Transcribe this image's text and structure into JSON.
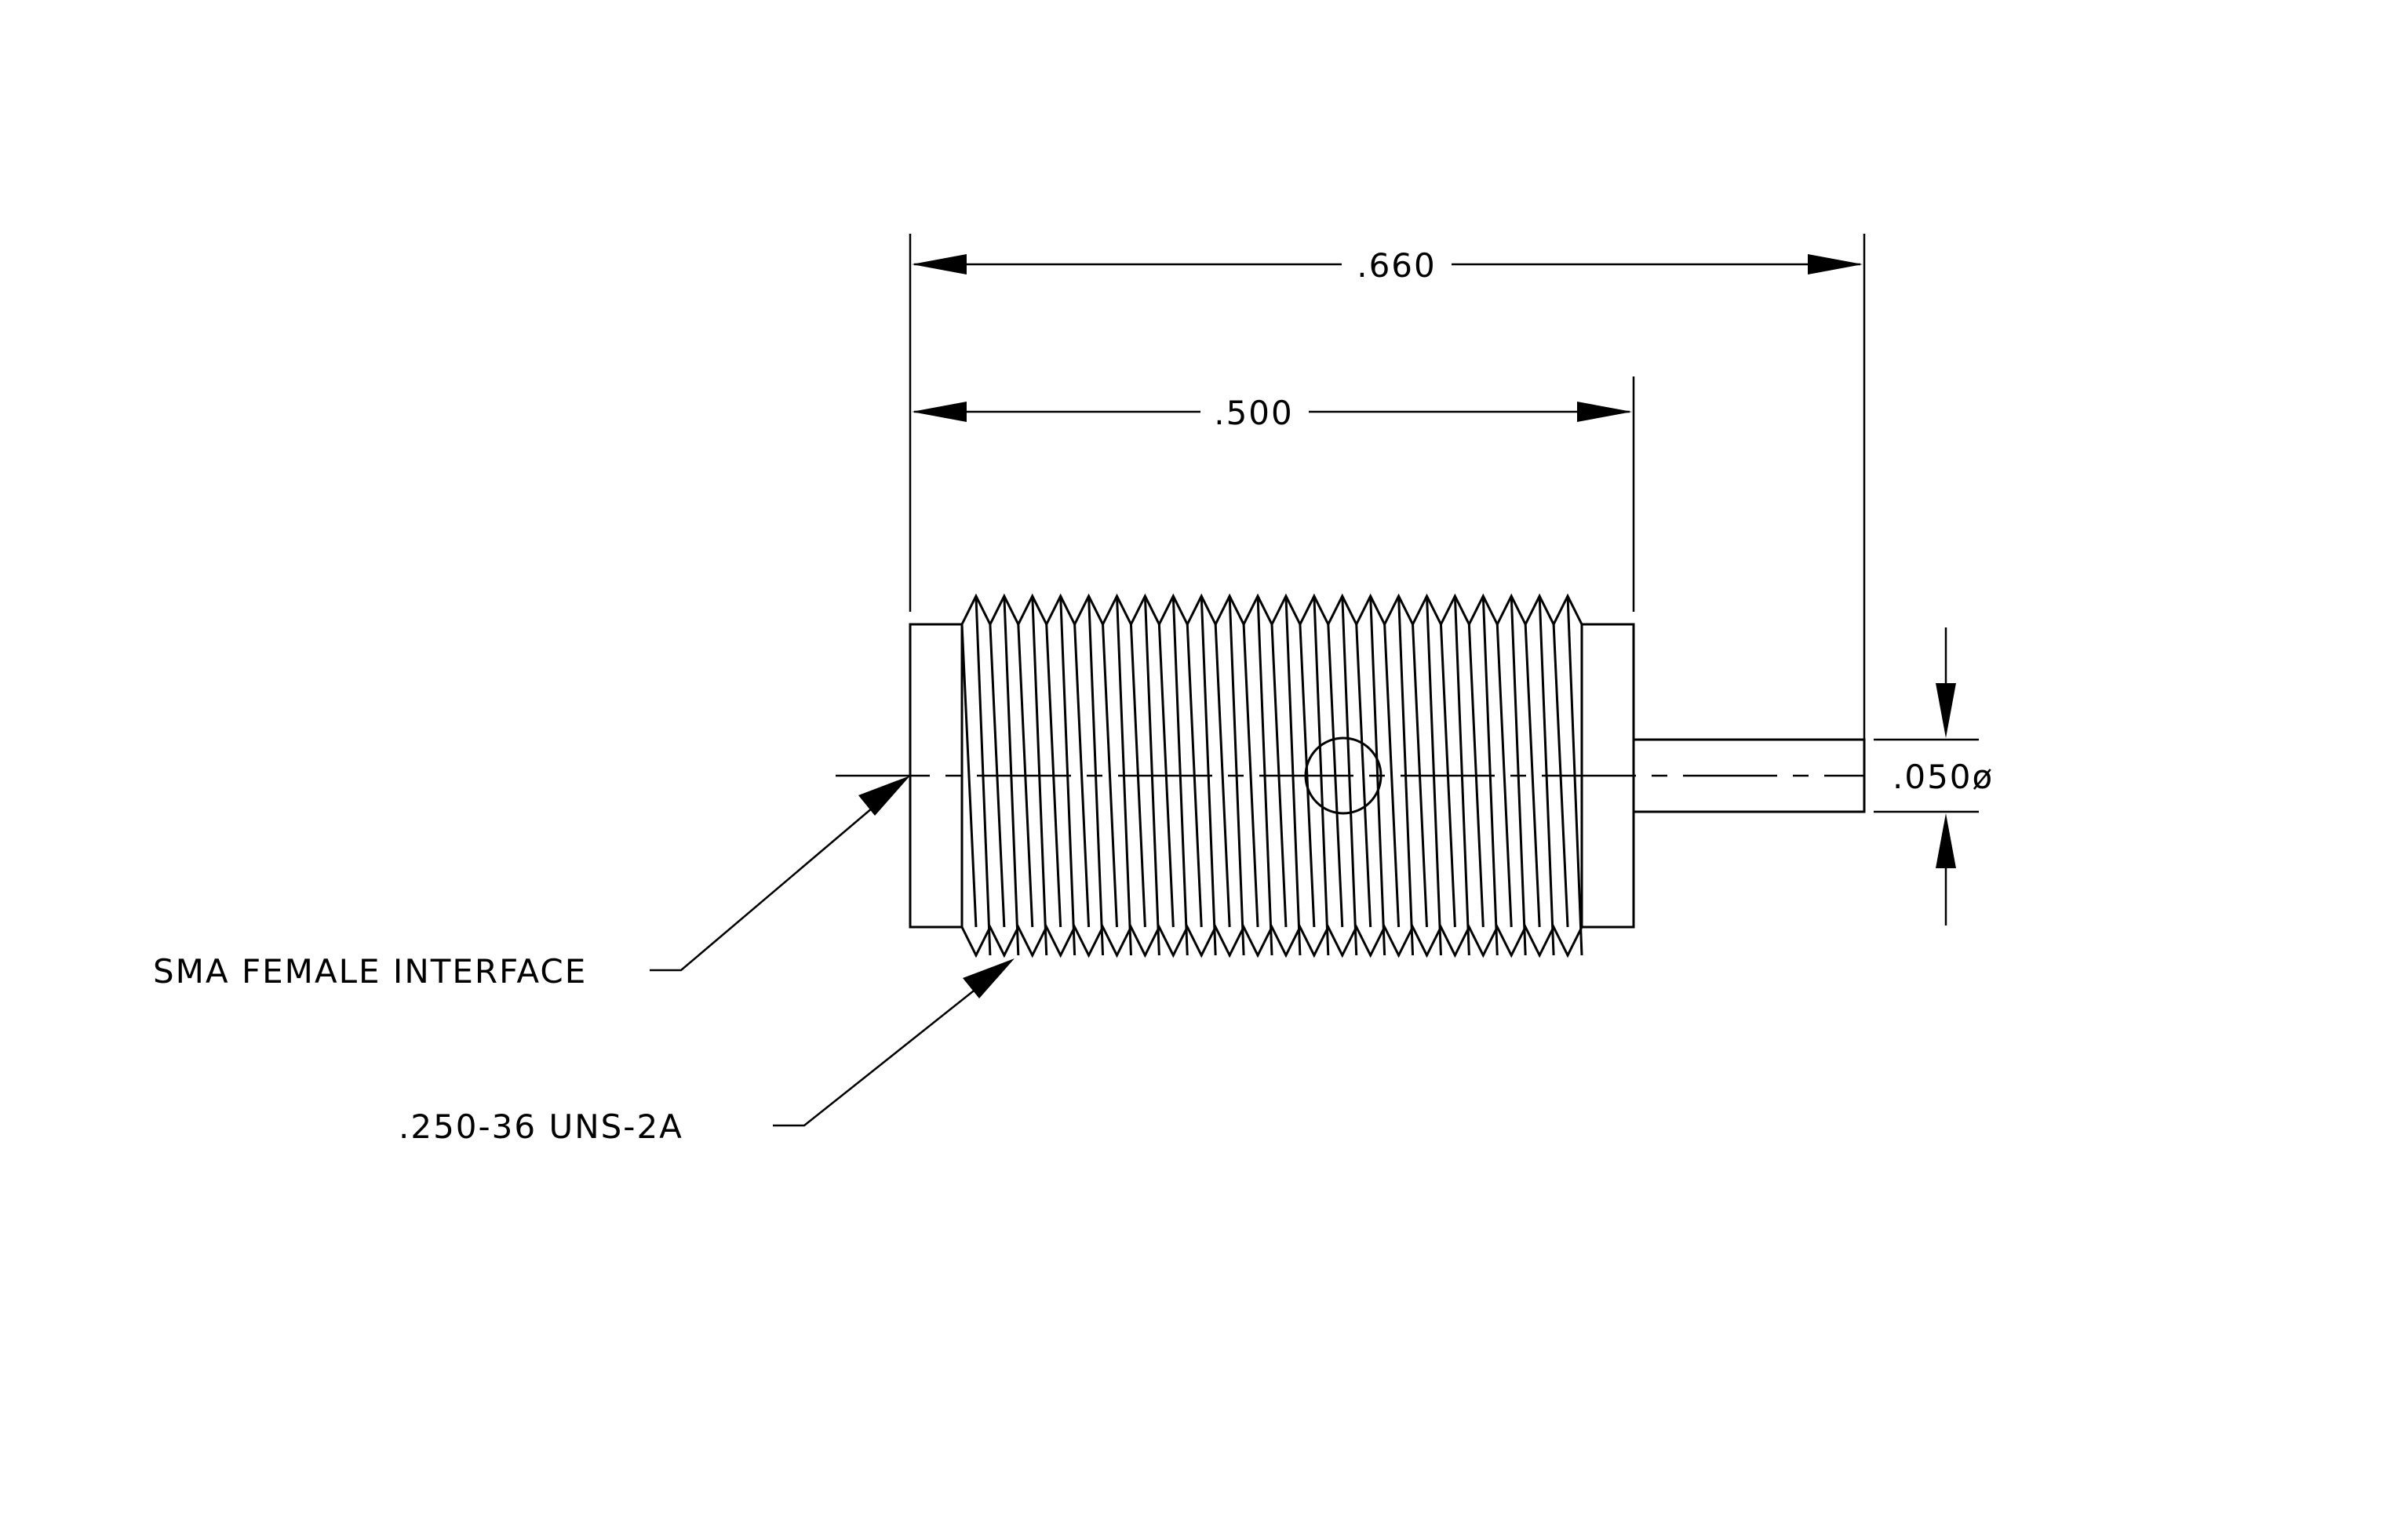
{
  "dimensions": {
    "overall_length": ".660",
    "thread_length": ".500",
    "pin_diameter": ".050ø"
  },
  "callouts": {
    "interface": "SMA FEMALE INTERFACE",
    "thread": ".250-36 UNS-2A"
  },
  "colors": {
    "line": "#000000",
    "background": "#ffffff"
  }
}
